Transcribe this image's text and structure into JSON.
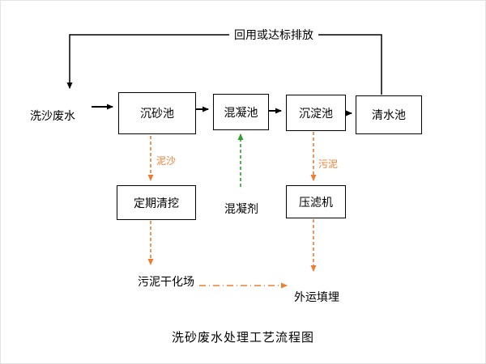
{
  "title": "洗砂废水处理工艺流程图",
  "labels": {
    "input": "洗沙废水",
    "feedback": "回用或达标排放",
    "sediment": "泥沙",
    "sludge": "污泥",
    "coagulant": "混凝剂",
    "drying_site": "污泥干化场",
    "landfill": "外运填埋"
  },
  "nodes": {
    "grit": "沉砂池",
    "coagulation": "混凝池",
    "sedimentation": "沉淀池",
    "clear_water": "清水池",
    "dredging": "定期清挖",
    "filter_press": "压滤机"
  },
  "colors": {
    "main_flow": "#000000",
    "sludge_flow": "#ED7D31",
    "coagulant_flow": "#2E9E2E"
  }
}
